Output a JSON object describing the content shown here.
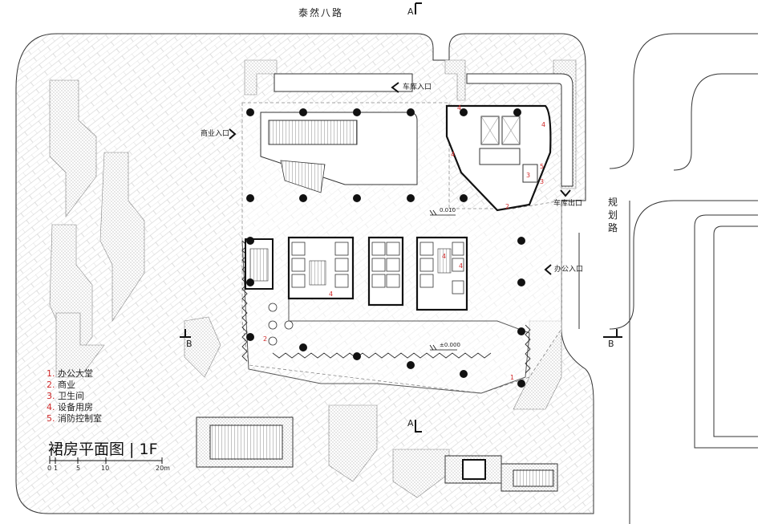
{
  "roads": {
    "north": "泰然八路",
    "east": "规划路"
  },
  "entrances": {
    "garage_in": "车库入口",
    "garage_out": "车库出口",
    "commercial": "商业入口",
    "office": "办公入口"
  },
  "section_marks": {
    "a_top": "A",
    "a_bottom": "A",
    "b_left": "B",
    "b_right": "B"
  },
  "elevations": {
    "upper": "0.010",
    "lower": "±0.000"
  },
  "legend": [
    {
      "num": "1.",
      "label": "办公大堂"
    },
    {
      "num": "2.",
      "label": "商业"
    },
    {
      "num": "3.",
      "label": "卫生间"
    },
    {
      "num": "4.",
      "label": "设备用房"
    },
    {
      "num": "5.",
      "label": "消防控制室"
    }
  ],
  "title": "裙房平面图 | 1F",
  "scale": {
    "ticks": [
      "0",
      "1",
      "5",
      "10",
      "20m"
    ]
  },
  "room_numbers": {
    "lobby": "1",
    "commercial_a": "2",
    "commercial_b": "2",
    "toilet_a": "3",
    "toilet_b": "3",
    "equip_a": "4",
    "equip_b": "4",
    "equip_c": "4",
    "equip_d": "4",
    "equip_e": "4",
    "equip_f": "4",
    "fire_control": "5"
  }
}
